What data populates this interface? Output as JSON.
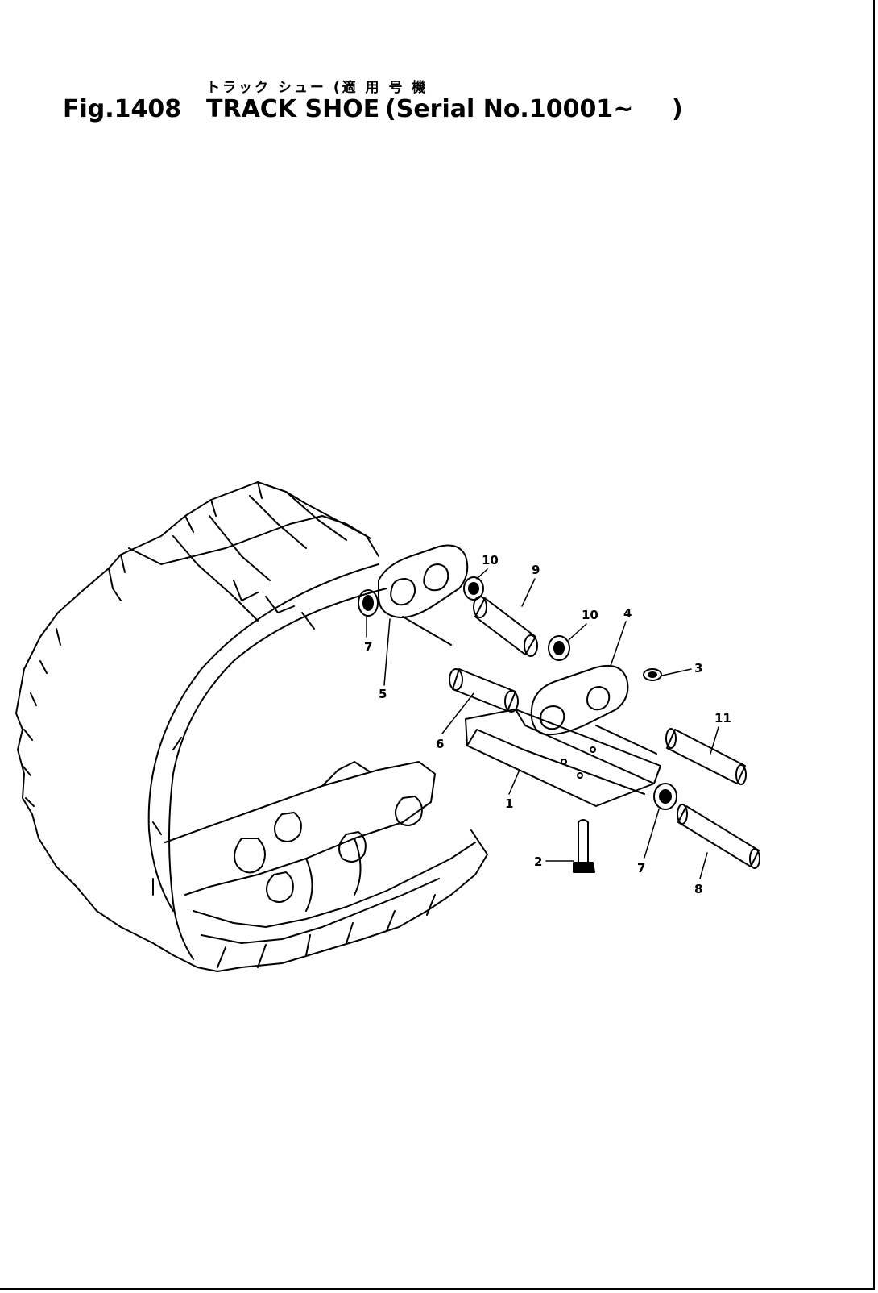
{
  "title": {
    "japanese": "トラック シュー (適 用 号 機",
    "figure": "Fig.1408",
    "name": "TRACK SHOE",
    "serial_open": "(Serial No.10001~",
    "serial_close": ")"
  },
  "callouts": {
    "c1": "1",
    "c2": "2",
    "c3": "3",
    "c4": "4",
    "c5": "5",
    "c6": "6",
    "c7a": "7",
    "c7b": "7",
    "c8": "8",
    "c9": "9",
    "c10a": "10",
    "c10b": "10",
    "c11": "11"
  }
}
